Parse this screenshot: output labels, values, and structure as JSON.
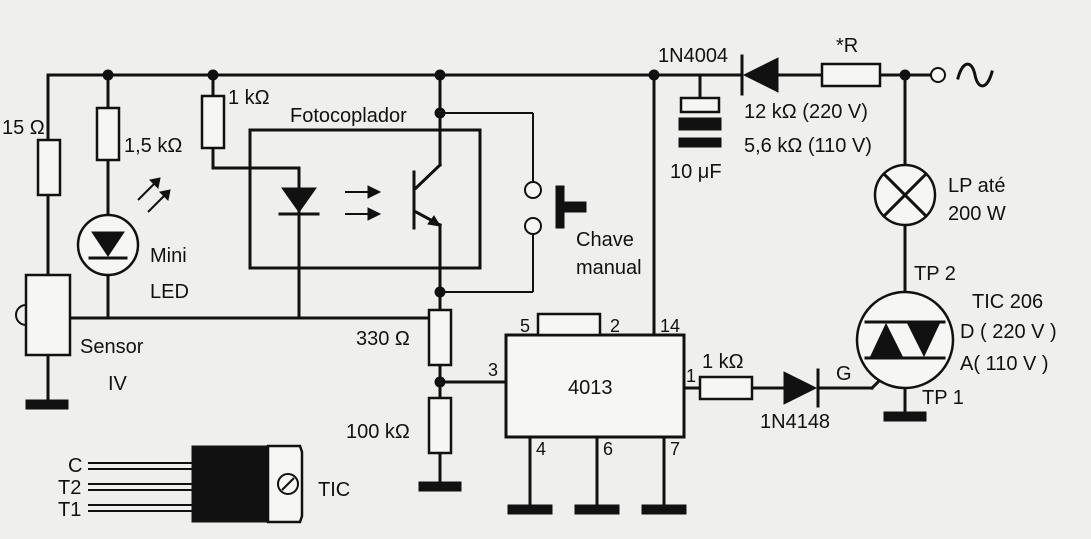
{
  "labels": {
    "r_15": "15 Ω",
    "r_1_5k": "1,5 kΩ",
    "r_1k_top": "1 kΩ",
    "optocoupler": "Fotocoplador",
    "diode_1n4004": "1N4004",
    "r_star": "*R",
    "r_12k": "12 kΩ (220 V)",
    "r_5_6k": "5,6 kΩ (110 V)",
    "cap_10uf": "10 μF",
    "ac_symbol": "~",
    "lamp_line1": "LP até",
    "lamp_line2": "200 W",
    "switch_line1": "Chave",
    "switch_line2": "manual",
    "led_line1": "Mini",
    "led_line2": "LED",
    "sensor_line1": "Sensor",
    "sensor_line2": "IV",
    "r_330": "330 Ω",
    "r_100k": "100 kΩ",
    "r_1k_out": "1 kΩ",
    "ic_name": "4013",
    "pin_5": "5",
    "pin_2": "2",
    "pin_14": "14",
    "pin_3": "3",
    "pin_1": "1",
    "pin_4": "4",
    "pin_6": "6",
    "pin_7": "7",
    "diode_1n4148": "1N4148",
    "gate": "G",
    "tp2": "TP 2",
    "tp1": "TP 1",
    "triac_name": "TIC 206",
    "triac_d": "D ( 220 V )",
    "triac_a": "A(  110 V )",
    "pkg_c": "C",
    "pkg_t2": "T2",
    "pkg_t1": "T1",
    "pkg_name": "TIC"
  }
}
